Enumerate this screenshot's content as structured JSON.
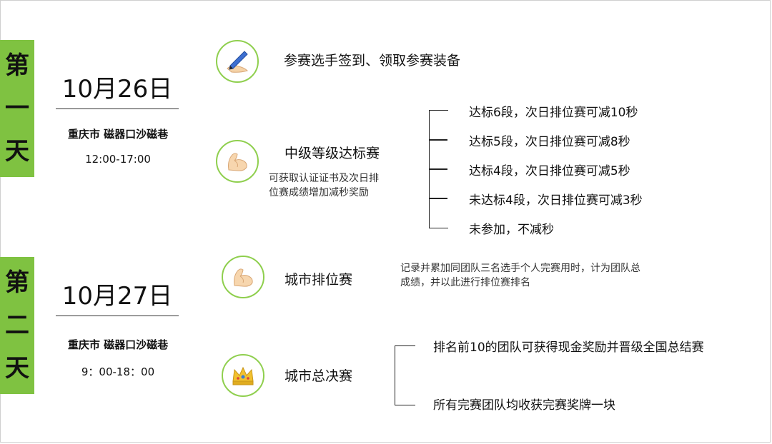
{
  "day1": {
    "tab": [
      "第",
      "一",
      "天"
    ],
    "date": "10月26日",
    "venue": "重庆市  磁器口沙磁巷",
    "time": "12:00-17:00",
    "events": [
      {
        "title": "参赛选手签到、领取参赛装备",
        "icon": "pen-icon"
      },
      {
        "title": "中级等级达标赛",
        "icon": "flexed-arm-icon",
        "note": [
          "可获取认证证书及次日排",
          "位赛成绩增加减秒奖励"
        ],
        "branches": [
          "达标6段，次日排位赛可减10秒",
          "达标5段，次日排位赛可减8秒",
          "达标4段，次日排位赛可减5秒",
          "未达标4段，次日排位赛可减3秒",
          "未参加，不减秒"
        ]
      }
    ]
  },
  "day2": {
    "tab": [
      "第",
      "二",
      "天"
    ],
    "date": "10月27日",
    "venue": "重庆市  磁器口沙磁巷",
    "time": "9：00-18：00",
    "events": [
      {
        "title": "城市排位赛",
        "icon": "flexed-arm-icon",
        "note": [
          "记录并累加同团队三名选手个人完赛用时，计为团队总",
          "成绩，并以此进行排位赛排名"
        ]
      },
      {
        "title": "城市总决赛",
        "icon": "crown-icon",
        "branches": [
          "排名前10的团队可获得现金奖励并晋级全国总结赛",
          "所有完赛团队均收获完赛奖牌一块"
        ]
      }
    ]
  },
  "colors": {
    "accent_green": "#7fc241",
    "circle_border": "#8fcf4e"
  }
}
